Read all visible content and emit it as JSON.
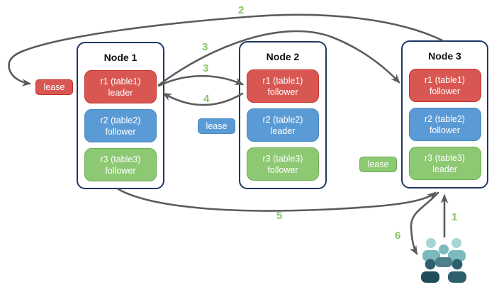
{
  "colors": {
    "red": "#d95752",
    "red_border": "#c2352f",
    "blue": "#5b9bd5",
    "blue_border": "#4a8bc2",
    "green": "#8dc873",
    "green_border": "#6fae55",
    "navy": "#1f3864",
    "arrow": "#5b5b5b",
    "step": "#8cc46a",
    "teal_light": "#a7d5d7",
    "teal": "#7bb9bd",
    "slate_mid": "#4f7f8b",
    "slate_dark": "#2e5f6d",
    "slate_darkest": "#204c5a"
  },
  "nodes": [
    {
      "title": "Node 1",
      "replicas": [
        {
          "name": "r1 (table1)",
          "role": "leader",
          "color": "red"
        },
        {
          "name": "r2 (table2)",
          "role": "follower",
          "color": "blue"
        },
        {
          "name": "r3 (table3)",
          "role": "follower",
          "color": "green"
        }
      ]
    },
    {
      "title": "Node 2",
      "replicas": [
        {
          "name": "r1 (table1)",
          "role": "follower",
          "color": "red"
        },
        {
          "name": "r2 (table2)",
          "role": "leader",
          "color": "blue"
        },
        {
          "name": "r3 (table3)",
          "role": "follower",
          "color": "green"
        }
      ]
    },
    {
      "title": "Node 3",
      "replicas": [
        {
          "name": "r1 (table1)",
          "role": "follower",
          "color": "red"
        },
        {
          "name": "r2 (table2)",
          "role": "follower",
          "color": "blue"
        },
        {
          "name": "r3 (table3)",
          "role": "leader",
          "color": "green"
        }
      ]
    }
  ],
  "leases": [
    {
      "label": "lease",
      "color": "red"
    },
    {
      "label": "lease",
      "color": "blue"
    },
    {
      "label": "lease",
      "color": "green"
    }
  ],
  "steps": [
    {
      "label": "1"
    },
    {
      "label": "2"
    },
    {
      "label": "3"
    },
    {
      "label": "3"
    },
    {
      "label": "4"
    },
    {
      "label": "5"
    },
    {
      "label": "6"
    }
  ],
  "icons": {
    "users_group": "five-person-silhouette-group"
  }
}
